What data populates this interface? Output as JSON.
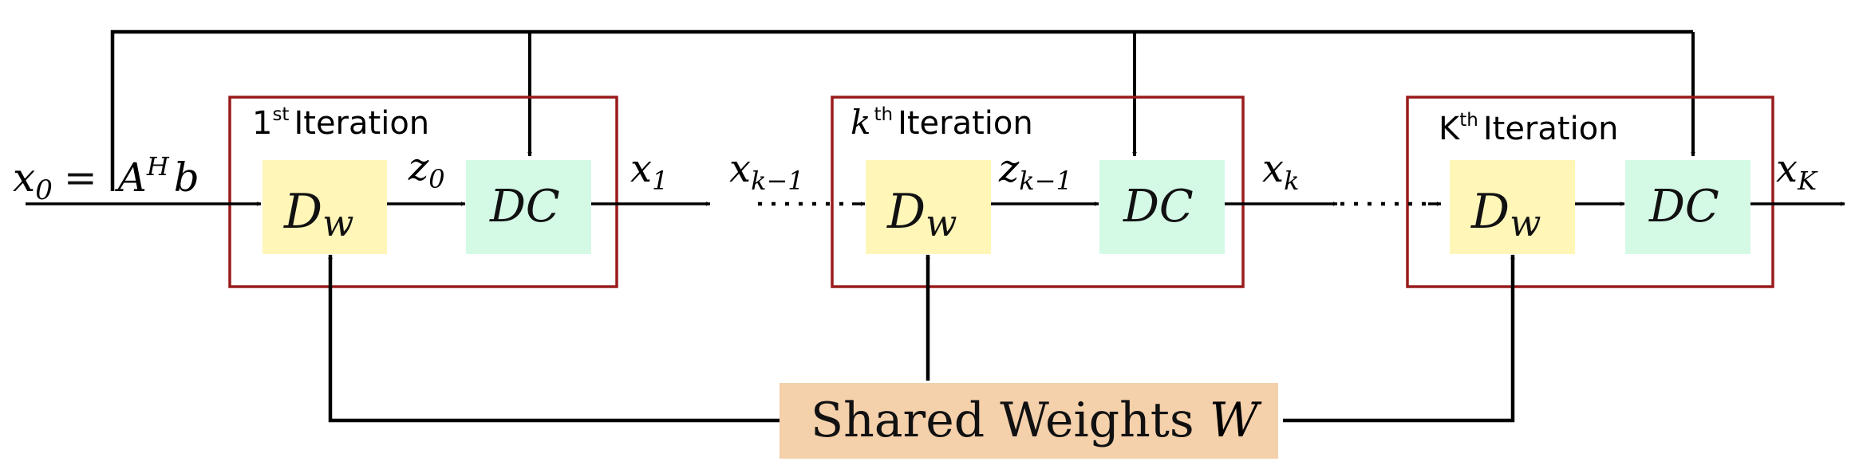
{
  "iterations": [
    {
      "label": "Iteration",
      "ordinal": "1",
      "ordinal_suffix": "st",
      "input": "z",
      "input_sub": "0",
      "output": "x",
      "output_sub": "1",
      "den": "D",
      "den_sub": "w",
      "dc": "DC"
    },
    {
      "label": "Iteration",
      "ordinal": "k",
      "ordinal_suffix": "th",
      "pre": "x",
      "pre_sub": "k−1",
      "input": "z",
      "input_sub": "k−1",
      "output": "x",
      "output_sub": "k",
      "den": "D",
      "den_sub": "w",
      "dc": "DC"
    },
    {
      "label": "Iteration",
      "ordinal": "K",
      "ordinal_suffix": "th",
      "output": "x",
      "output_sub": "K",
      "den": "D",
      "den_sub": "w",
      "dc": "DC"
    }
  ],
  "input": {
    "lhs": "x",
    "lhs_sub": "0",
    "eq": "=",
    "A": "A",
    "sup": "H",
    "b": "b"
  },
  "shared": {
    "text": "Shared Weights ",
    "var": "W"
  },
  "colors": {
    "iteration_border": "#991b1b",
    "denoiser_fill": "#fff6b8",
    "dc_fill": "#d4fae6",
    "shared_fill": "#f4d0ab",
    "line": "#000000"
  }
}
